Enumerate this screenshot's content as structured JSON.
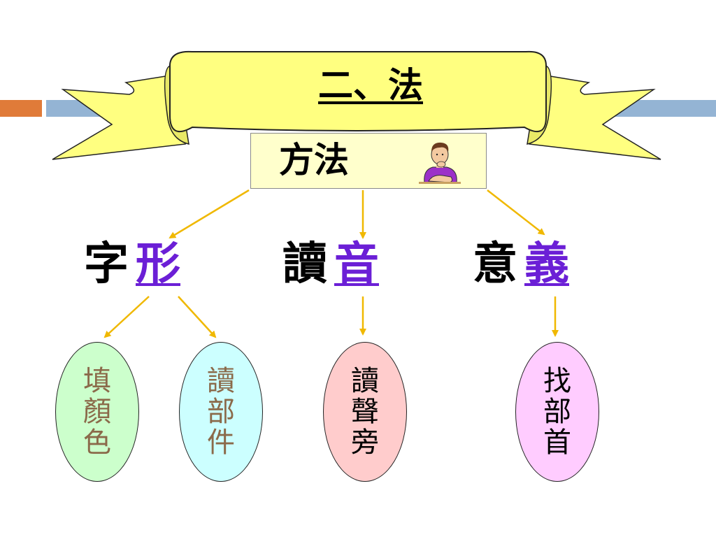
{
  "colors": {
    "deco_orange": "#e07b39",
    "deco_blue": "#94b4d4",
    "ribbon_fill": "#ffff80",
    "box_fill": "#ffffcc",
    "arrow": "#f0b800",
    "key_purple": "#6b1fd6",
    "oval_green": "#ccffcc",
    "oval_cyan": "#ccffff",
    "oval_pink": "#ffcccc",
    "oval_magenta": "#ffccff"
  },
  "banner": {
    "title": "二、法"
  },
  "method": {
    "label": "方法",
    "icon": "thinking-person-icon"
  },
  "categories": [
    {
      "prefix": "字",
      "key": "形"
    },
    {
      "prefix": "讀",
      "key": "音"
    },
    {
      "prefix": "意",
      "key": "義"
    }
  ],
  "ovals": [
    {
      "chars": [
        "填",
        "顏",
        "色"
      ]
    },
    {
      "chars": [
        "讀",
        "部",
        "件"
      ]
    },
    {
      "chars": [
        "讀",
        "聲",
        "旁"
      ]
    },
    {
      "chars": [
        "找",
        "部",
        "首"
      ]
    }
  ]
}
